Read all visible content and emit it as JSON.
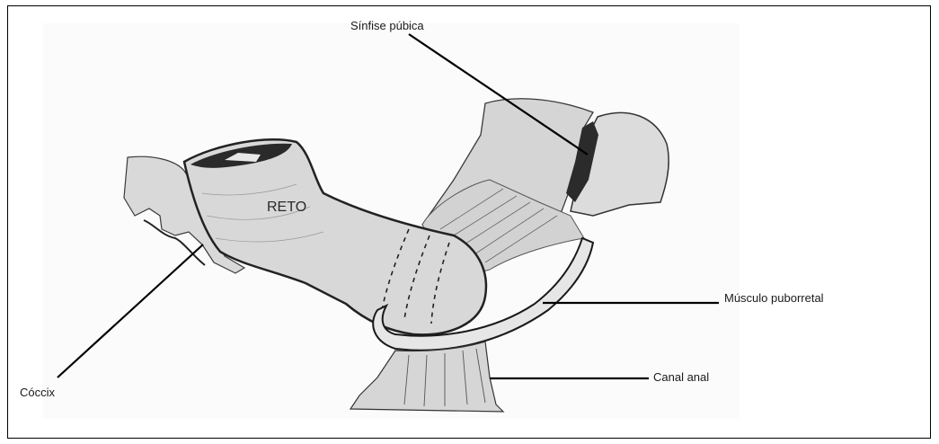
{
  "labels": {
    "pubic_symphysis": "Sínfise púbica",
    "puborectalis_muscle": "Músculo puborretal",
    "anal_canal": "Canal anal",
    "coccyx": "Cóccix",
    "rectum": "RETO"
  }
}
